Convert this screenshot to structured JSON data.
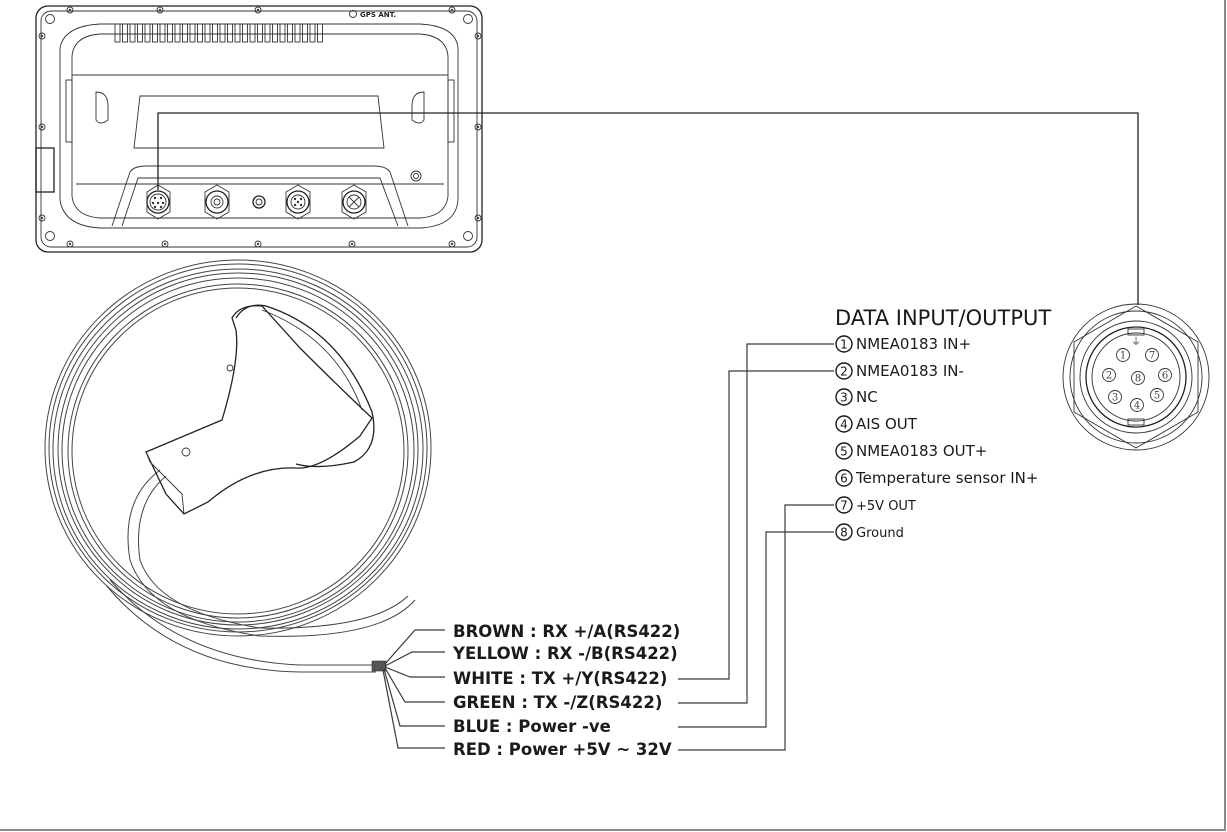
{
  "diagram": {
    "type": "wiring-diagram",
    "device": {
      "name": "display-unit-rear-panel",
      "port_label": "GPS ANT."
    },
    "connector": {
      "title": "DATA INPUT/OUTPUT",
      "pins": [
        {
          "num": "1",
          "label": "NMEA0183 IN+"
        },
        {
          "num": "2",
          "label": "NMEA0183 IN-"
        },
        {
          "num": "3",
          "label": "NC"
        },
        {
          "num": "4",
          "label": "AIS OUT"
        },
        {
          "num": "5",
          "label": "NMEA0183 OUT+"
        },
        {
          "num": "6",
          "label": "Temperature sensor IN+"
        },
        {
          "num": "7",
          "label": "+5V OUT"
        },
        {
          "num": "8",
          "label": "Ground"
        }
      ],
      "face_pins": [
        "1",
        "7",
        "2",
        "8",
        "6",
        "3",
        "4",
        "5"
      ]
    },
    "antenna": {
      "name": "gps-antenna-with-coiled-cable"
    },
    "wires": [
      {
        "color": "BROWN",
        "label": "BROWN : RX +/A(RS422)",
        "connects_to_pin": null
      },
      {
        "color": "YELLOW",
        "label": "YELLOW : RX -/B(RS422)",
        "connects_to_pin": null
      },
      {
        "color": "WHITE",
        "label": "WHITE : TX +/Y(RS422)",
        "connects_to_pin": "2"
      },
      {
        "color": "GREEN",
        "label": "GREEN : TX -/Z(RS422)",
        "connects_to_pin": "1"
      },
      {
        "color": "BLUE",
        "label": "BLUE : Power -ve",
        "connects_to_pin": "8"
      },
      {
        "color": "RED",
        "label": "RED : Power +5V ~ 32V",
        "connects_to_pin": "7"
      }
    ]
  }
}
